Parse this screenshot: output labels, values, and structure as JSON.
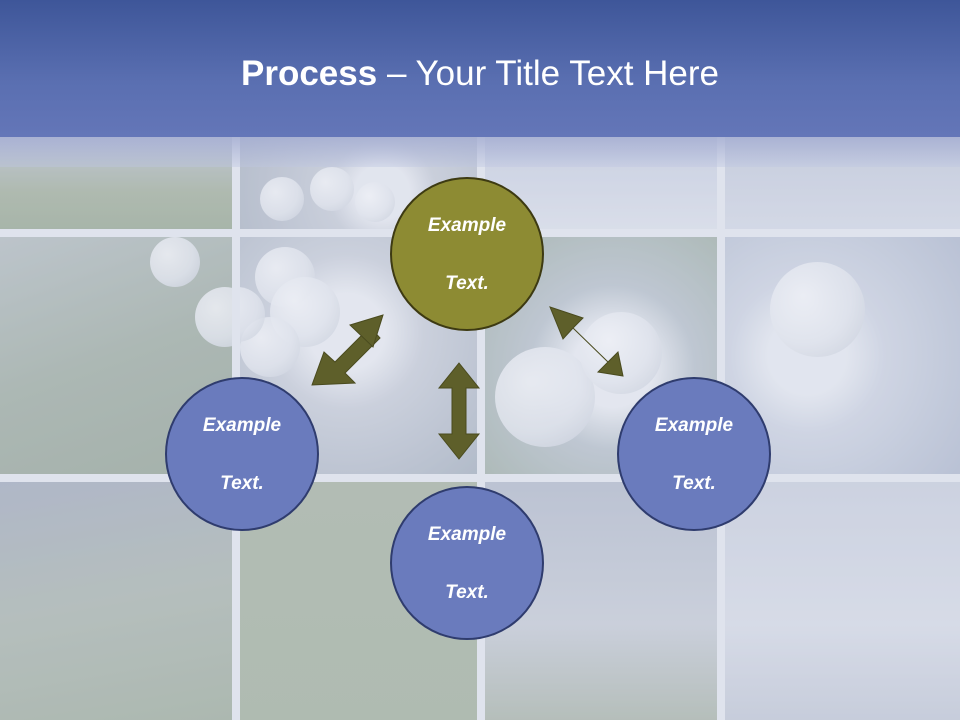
{
  "header": {
    "title_bold": "Process",
    "title_rest": " – Your Title Text Here"
  },
  "colors": {
    "header": "#5a6fb1",
    "center_node": "#8d8b33",
    "outer_nodes": "#6a7bbd",
    "arrows": "#5e5f2a"
  },
  "background": {
    "description_icon": "golf-photo-collage"
  },
  "diagram": {
    "nodes": [
      {
        "id": "top",
        "line1": "Example",
        "line2": "Text."
      },
      {
        "id": "left",
        "line1": "Example",
        "line2": "Text."
      },
      {
        "id": "right",
        "line1": "Example",
        "line2": "Text."
      },
      {
        "id": "bottom",
        "line1": "Example",
        "line2": "Text."
      }
    ]
  }
}
